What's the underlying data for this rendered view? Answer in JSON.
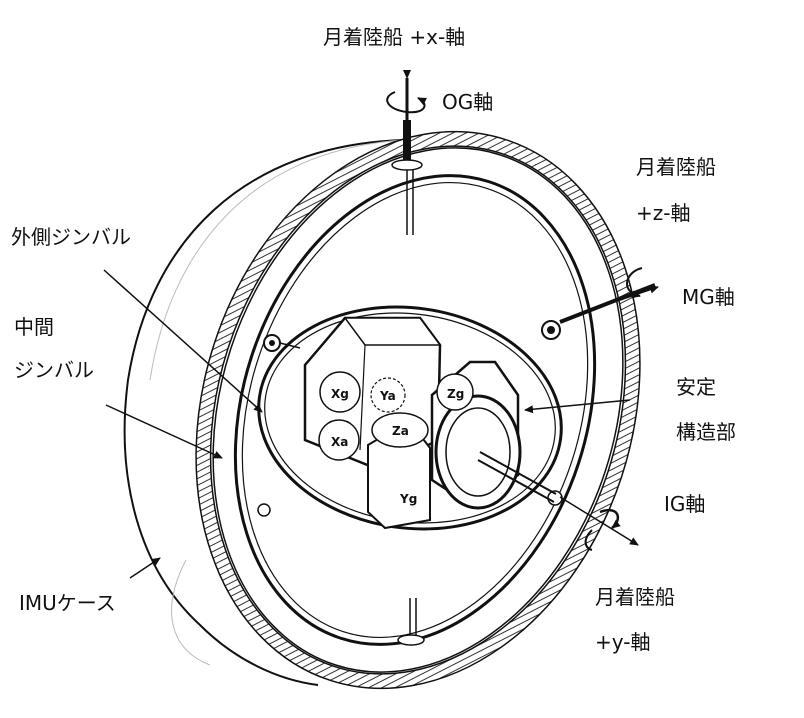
{
  "diagram": {
    "labels": {
      "lm_x_axis": "月着陸船 +x-軸",
      "og_axis": "OG軸",
      "lm_z_line1": "月着陸船",
      "lm_z_line2": "+z-軸",
      "mg_axis": "MG軸",
      "outer_gimbal": "外側ジンバル",
      "middle_gimbal_line1": "中間",
      "middle_gimbal_line2": "ジンバル",
      "stable_line1": "安定",
      "stable_line2": "構造部",
      "ig_axis": "IG軸",
      "imu_case": "IMUケース",
      "lm_y_line1": "月着陸船",
      "lm_y_line2": "+y-軸"
    },
    "sensor_blocks": {
      "xg": "Xg",
      "xa": "Xa",
      "ya": "Ya",
      "za": "Za",
      "zg": "Zg",
      "yg": "Yg"
    },
    "colors": {
      "line": "#111111",
      "hatch": "#555555",
      "background": "#ffffff"
    }
  }
}
